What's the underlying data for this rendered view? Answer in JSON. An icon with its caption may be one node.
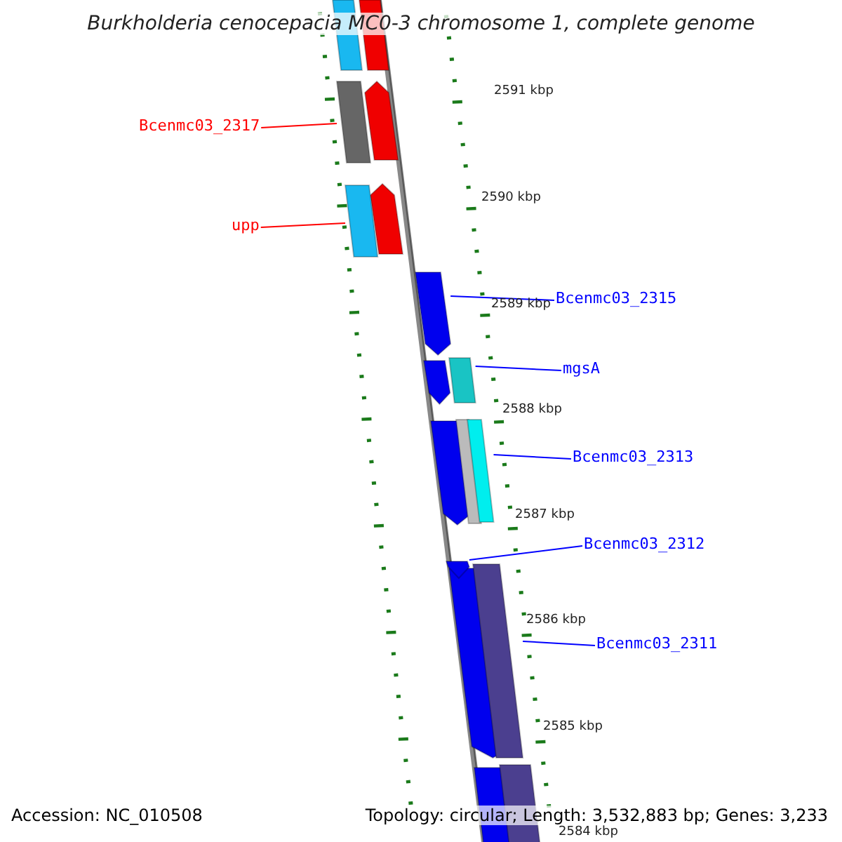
{
  "diagram": {
    "title": "Burkholderia cenocepacia MC0-3 chromosome 1, complete genome",
    "nodes": [
      {
        "text": [
          "Bcenmc03_2317"
        ]
      },
      {
        "text": [],
        "shape": "bar"
      },
      {
        "text": [
          "upp"
        ]
      },
      {
        "text": [],
        "shape": "bar"
      },
      {
        "text": [
          "Bcenmc03_2315"
        ]
      },
      {
        "text": [],
        "shape": "bar"
      },
      {
        "text": [
          "mgsA"
        ]
      },
      {
        "text": [],
        "shape": "bar"
      },
      {
        "text": [
          "Bcenmc03_2313"
        ]
      },
      {
        "text": [],
        "shape": "bar"
      },
      {
        "text": [
          "Bcenmc03_2312"
        ]
      },
      {
        "text": [],
        "shape": "bar"
      },
      {
        "text": [
          "Bcenmc03_2311"
        ]
      },
      {
        "text": [],
        "shape": "bar"
      }
    ],
    "edges": [
      {
        "from": 0,
        "to": 1,
        "arrow": "none",
        "color": "#ff0000"
      },
      {
        "from": 2,
        "to": 3,
        "arrow": "none",
        "color": "#ff0000"
      },
      {
        "from": 4,
        "to": 5,
        "arrow": "none"
      },
      {
        "from": 6,
        "to": 7,
        "arrow": "none"
      },
      {
        "from": 8,
        "to": 9,
        "arrow": "none"
      },
      {
        "from": 10,
        "to": 11,
        "arrow": "none"
      },
      {
        "from": 12,
        "to": 13,
        "arrow": "none"
      }
    ],
    "labels": [
      "2591 kbp",
      "2590 kbp",
      "2589 kbp",
      "2588 kbp",
      "2587 kbp",
      "2586 kbp",
      "2585 kbp",
      "2584 kbp",
      "Accession: NC_010508",
      "Topology: circular; Length: 3,532,883 bp; Genes: 3,233"
    ]
  }
}
